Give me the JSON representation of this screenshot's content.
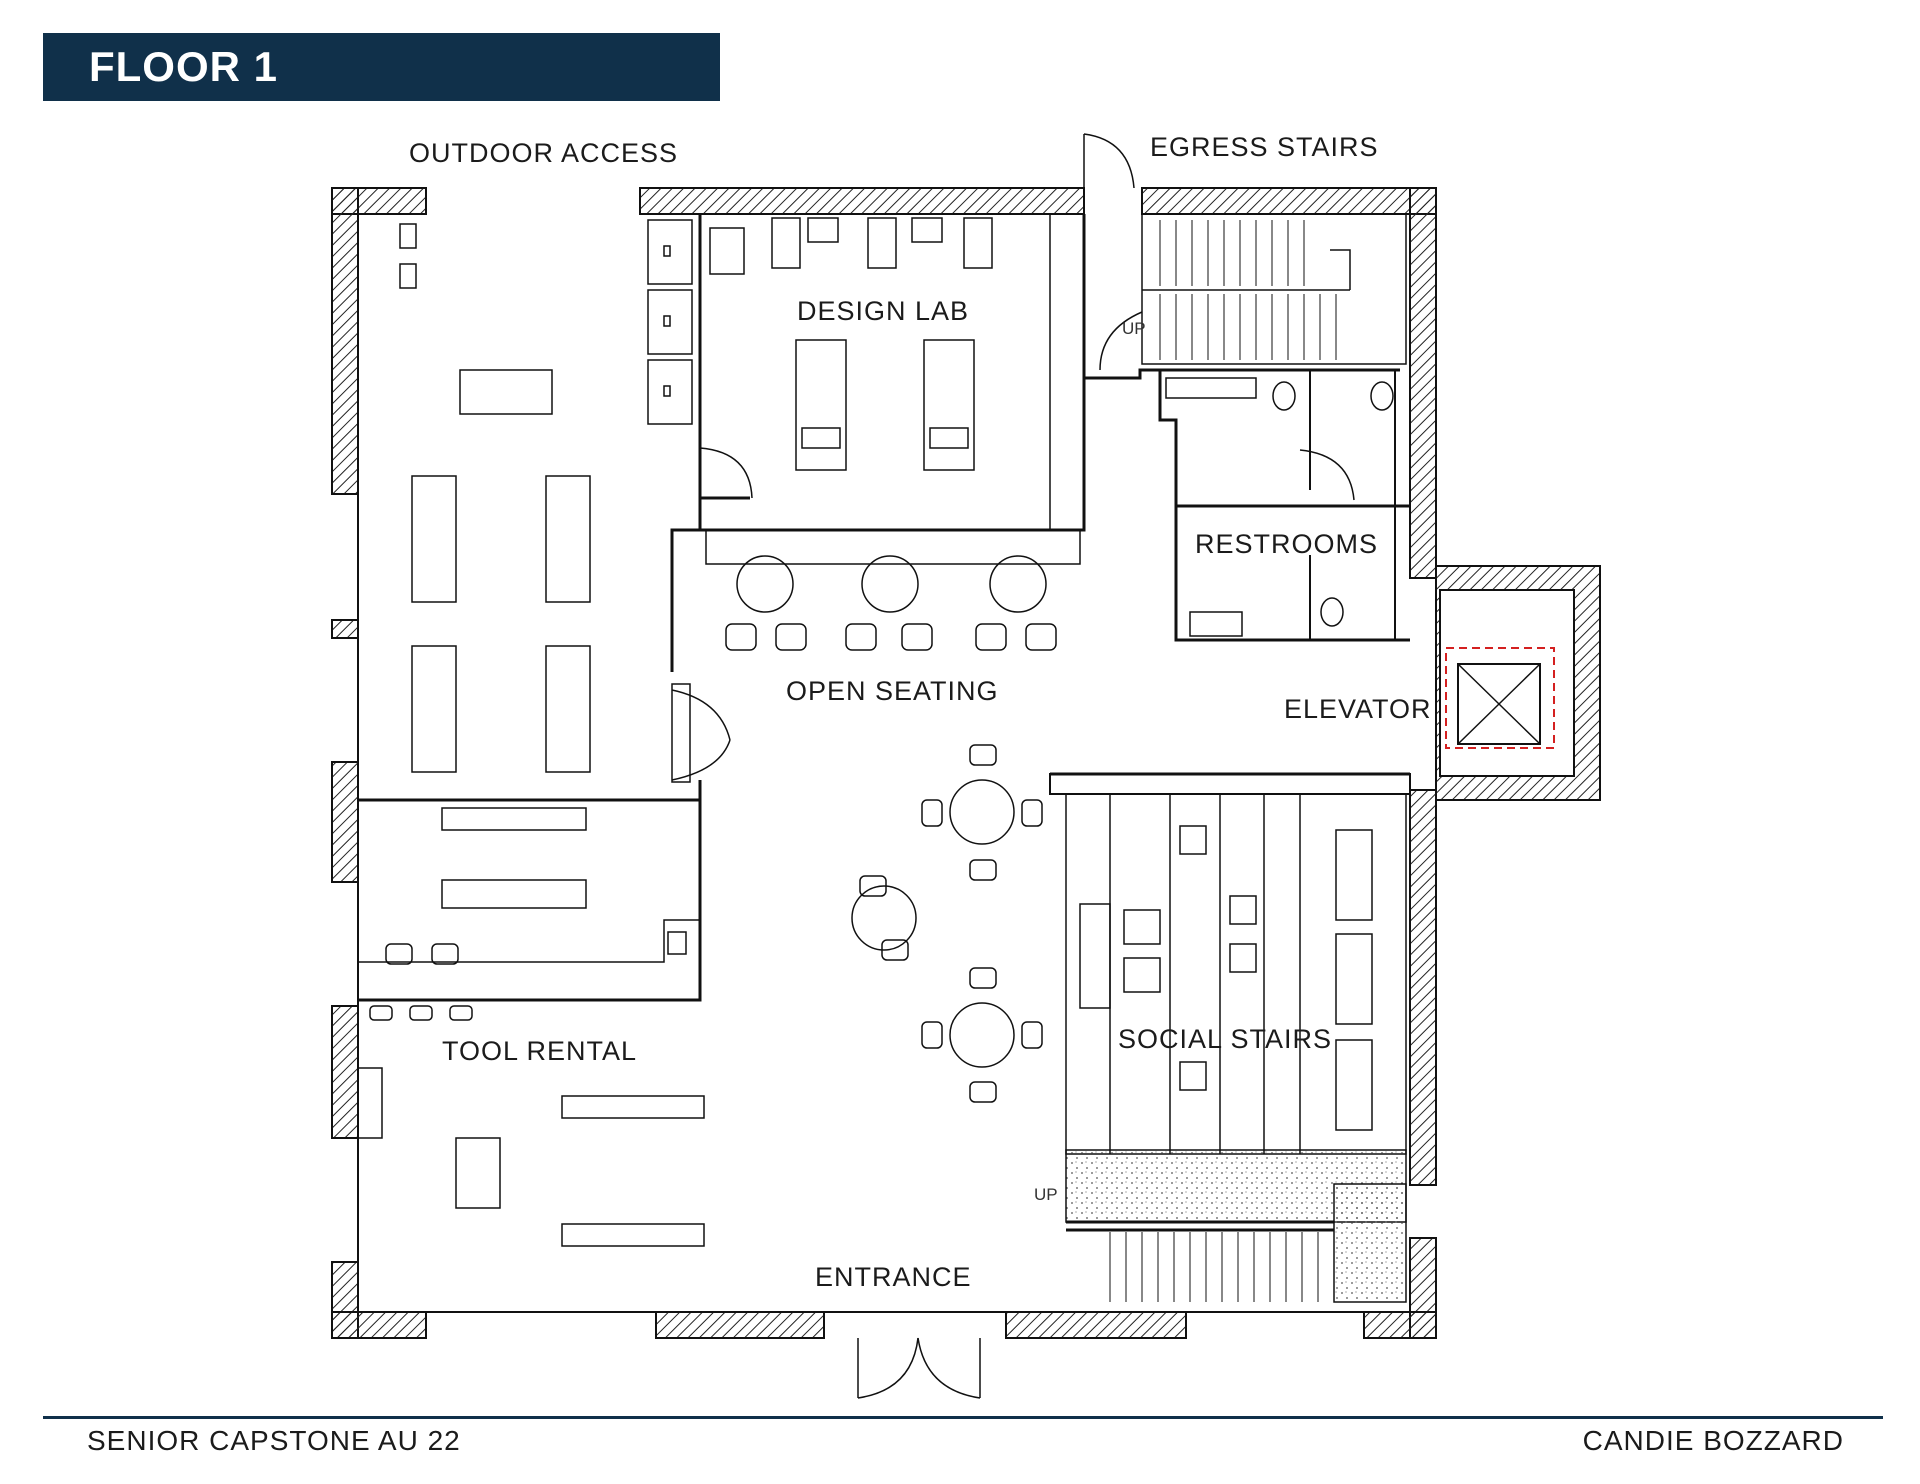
{
  "title": "FLOOR 1",
  "footer": {
    "left": "SENIOR CAPSTONE AU 22",
    "right": "CANDIE BOZZARD"
  },
  "labels": {
    "outdoor_access": "OUTDOOR ACCESS",
    "egress_stairs": "EGRESS STAIRS",
    "design_lab": "DESIGN LAB",
    "restrooms": "RESTROOMS",
    "open_seating": "OPEN SEATING",
    "elevator": "ELEVATOR",
    "tool_rental": "TOOL RENTAL",
    "social_stairs": "SOCIAL STAIRS",
    "entrance": "ENTRANCE",
    "up_egress": "UP",
    "up_social": "UP"
  },
  "colors": {
    "banner": "#10304a",
    "wall_line": "#111111",
    "elevator_outline": "#d42020"
  }
}
